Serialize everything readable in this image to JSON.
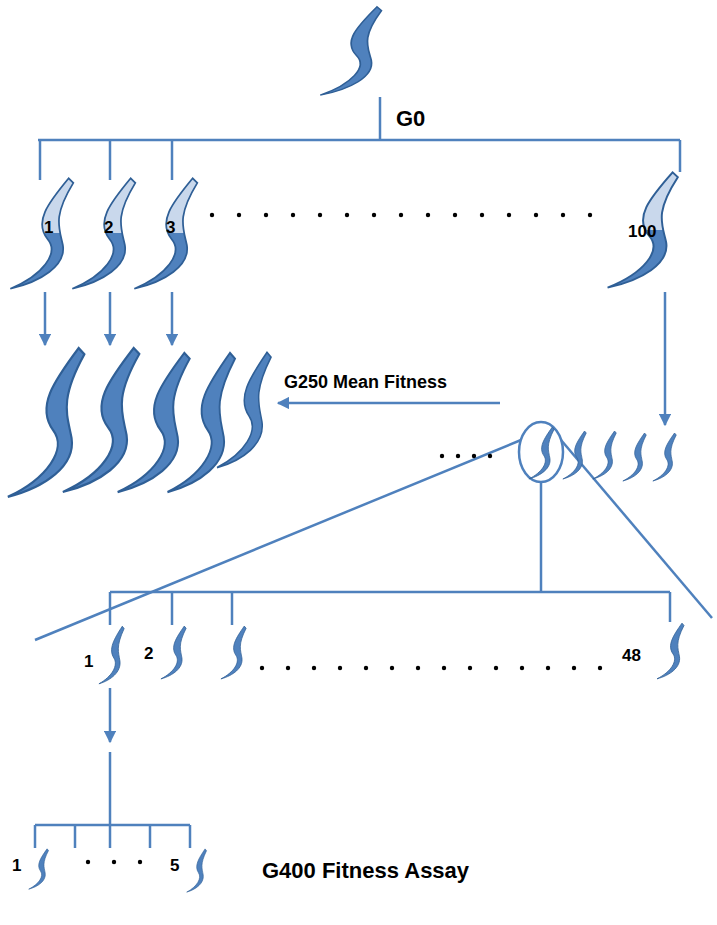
{
  "diagram": {
    "labels": [
      "G0",
      "1",
      "2",
      "3",
      "100",
      "G250 Mean Fitness",
      "1",
      "2",
      "48",
      "1",
      "5",
      "G400 Fitness Assay"
    ]
  }
}
